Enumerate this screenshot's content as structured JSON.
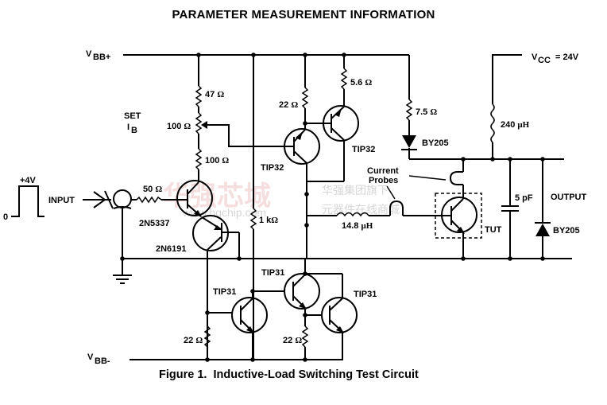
{
  "title": "PARAMETER MEASUREMENT INFORMATION",
  "caption": "Figure 1.  Inductive-Load Switching Test Circuit",
  "rails": {
    "vbb_plus": {
      "v": "V",
      "sub": "BB+"
    },
    "vbb_minus": {
      "v": "V",
      "sub": "BB-"
    },
    "vcc": {
      "v": "V",
      "sub": "CC",
      "value": "= 24V"
    }
  },
  "input": {
    "pulse_high": "+4V",
    "pulse_low": "0",
    "label": "INPUT"
  },
  "set_ib": {
    "line1": "SET",
    "i": "I",
    "sub": "B"
  },
  "resistors": [
    {
      "id": "r47",
      "value": "47",
      "unit": "Ω"
    },
    {
      "id": "r100pot",
      "value": "100",
      "unit": "Ω"
    },
    {
      "id": "r100",
      "value": "100",
      "unit": "Ω"
    },
    {
      "id": "r50",
      "value": "50",
      "unit": "Ω"
    },
    {
      "id": "r1k",
      "value": "1 k",
      "unit": "Ω"
    },
    {
      "id": "r22a",
      "value": "22",
      "unit": "Ω"
    },
    {
      "id": "r5_6",
      "value": "5.6",
      "unit": "Ω"
    },
    {
      "id": "r7_5",
      "value": "7.5",
      "unit": "Ω"
    },
    {
      "id": "r22b",
      "value": "22",
      "unit": "Ω"
    },
    {
      "id": "r22c",
      "value": "22",
      "unit": "Ω"
    }
  ],
  "inductors": [
    {
      "id": "l240",
      "value": "240",
      "unit": "μH"
    },
    {
      "id": "l14_8",
      "value": "14.8",
      "unit": "μH"
    }
  ],
  "capacitor": {
    "value": "5 pF"
  },
  "transistors": [
    {
      "id": "q1",
      "part": "2N5337"
    },
    {
      "id": "q2",
      "part": "2N6191"
    },
    {
      "id": "q3",
      "part": "TIP32"
    },
    {
      "id": "q4",
      "part": "TIP32"
    },
    {
      "id": "q5",
      "part": "TIP31"
    },
    {
      "id": "q6",
      "part": "TIP31"
    },
    {
      "id": "q7",
      "part": "TIP31"
    },
    {
      "id": "tut",
      "part": "TUT"
    }
  ],
  "diodes": [
    {
      "id": "d1",
      "part": "BY205"
    },
    {
      "id": "d2",
      "part": "BY205"
    }
  ],
  "probes_label": {
    "line1": "Current",
    "line2": "Probes"
  },
  "output_label": "OUTPUT",
  "watermark": {
    "main": "华强芯城",
    "sub1": "华强集团旗下",
    "sub2": "元器件在线商城",
    "url": "www.hqchip.com"
  }
}
